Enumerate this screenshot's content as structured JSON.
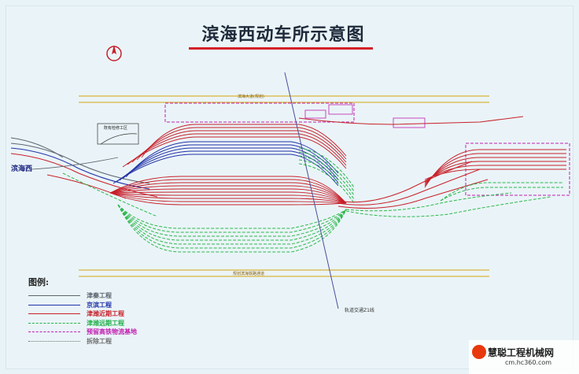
{
  "title": "滨海西动车所示意图",
  "station": "滨海西",
  "labels": {
    "top_road": "滨海大道(规划)",
    "bottom_road": "规划滨海铁路通道",
    "maintenance_area": "既有检修工区",
    "diagonal_line": "轨道交通Z1线"
  },
  "legend": {
    "title": "图例:",
    "items": [
      {
        "label": "津秦工程",
        "color": "#5c6470",
        "style": "solid"
      },
      {
        "label": "京滨工程",
        "color": "#2031a8",
        "style": "solid"
      },
      {
        "label": "津潍近期工程",
        "color": "#c8202a",
        "style": "solid"
      },
      {
        "label": "津潍远期工程",
        "color": "#22b04a",
        "style": "dashed"
      },
      {
        "label": "预留高铁物流基地",
        "color": "#c21fb0",
        "style": "dashdot"
      },
      {
        "label": "拆除工程",
        "color": "#707070",
        "style": "cross"
      }
    ]
  },
  "watermark": {
    "brand": "慧聪工程机械网",
    "url": "cm.hc360.com"
  },
  "colors": {
    "red": "#c8202a",
    "green": "#2cb84c",
    "blue": "#2031a8",
    "grey": "#5c6470",
    "magenta": "#c21fb0",
    "road": "#d9b53a"
  }
}
